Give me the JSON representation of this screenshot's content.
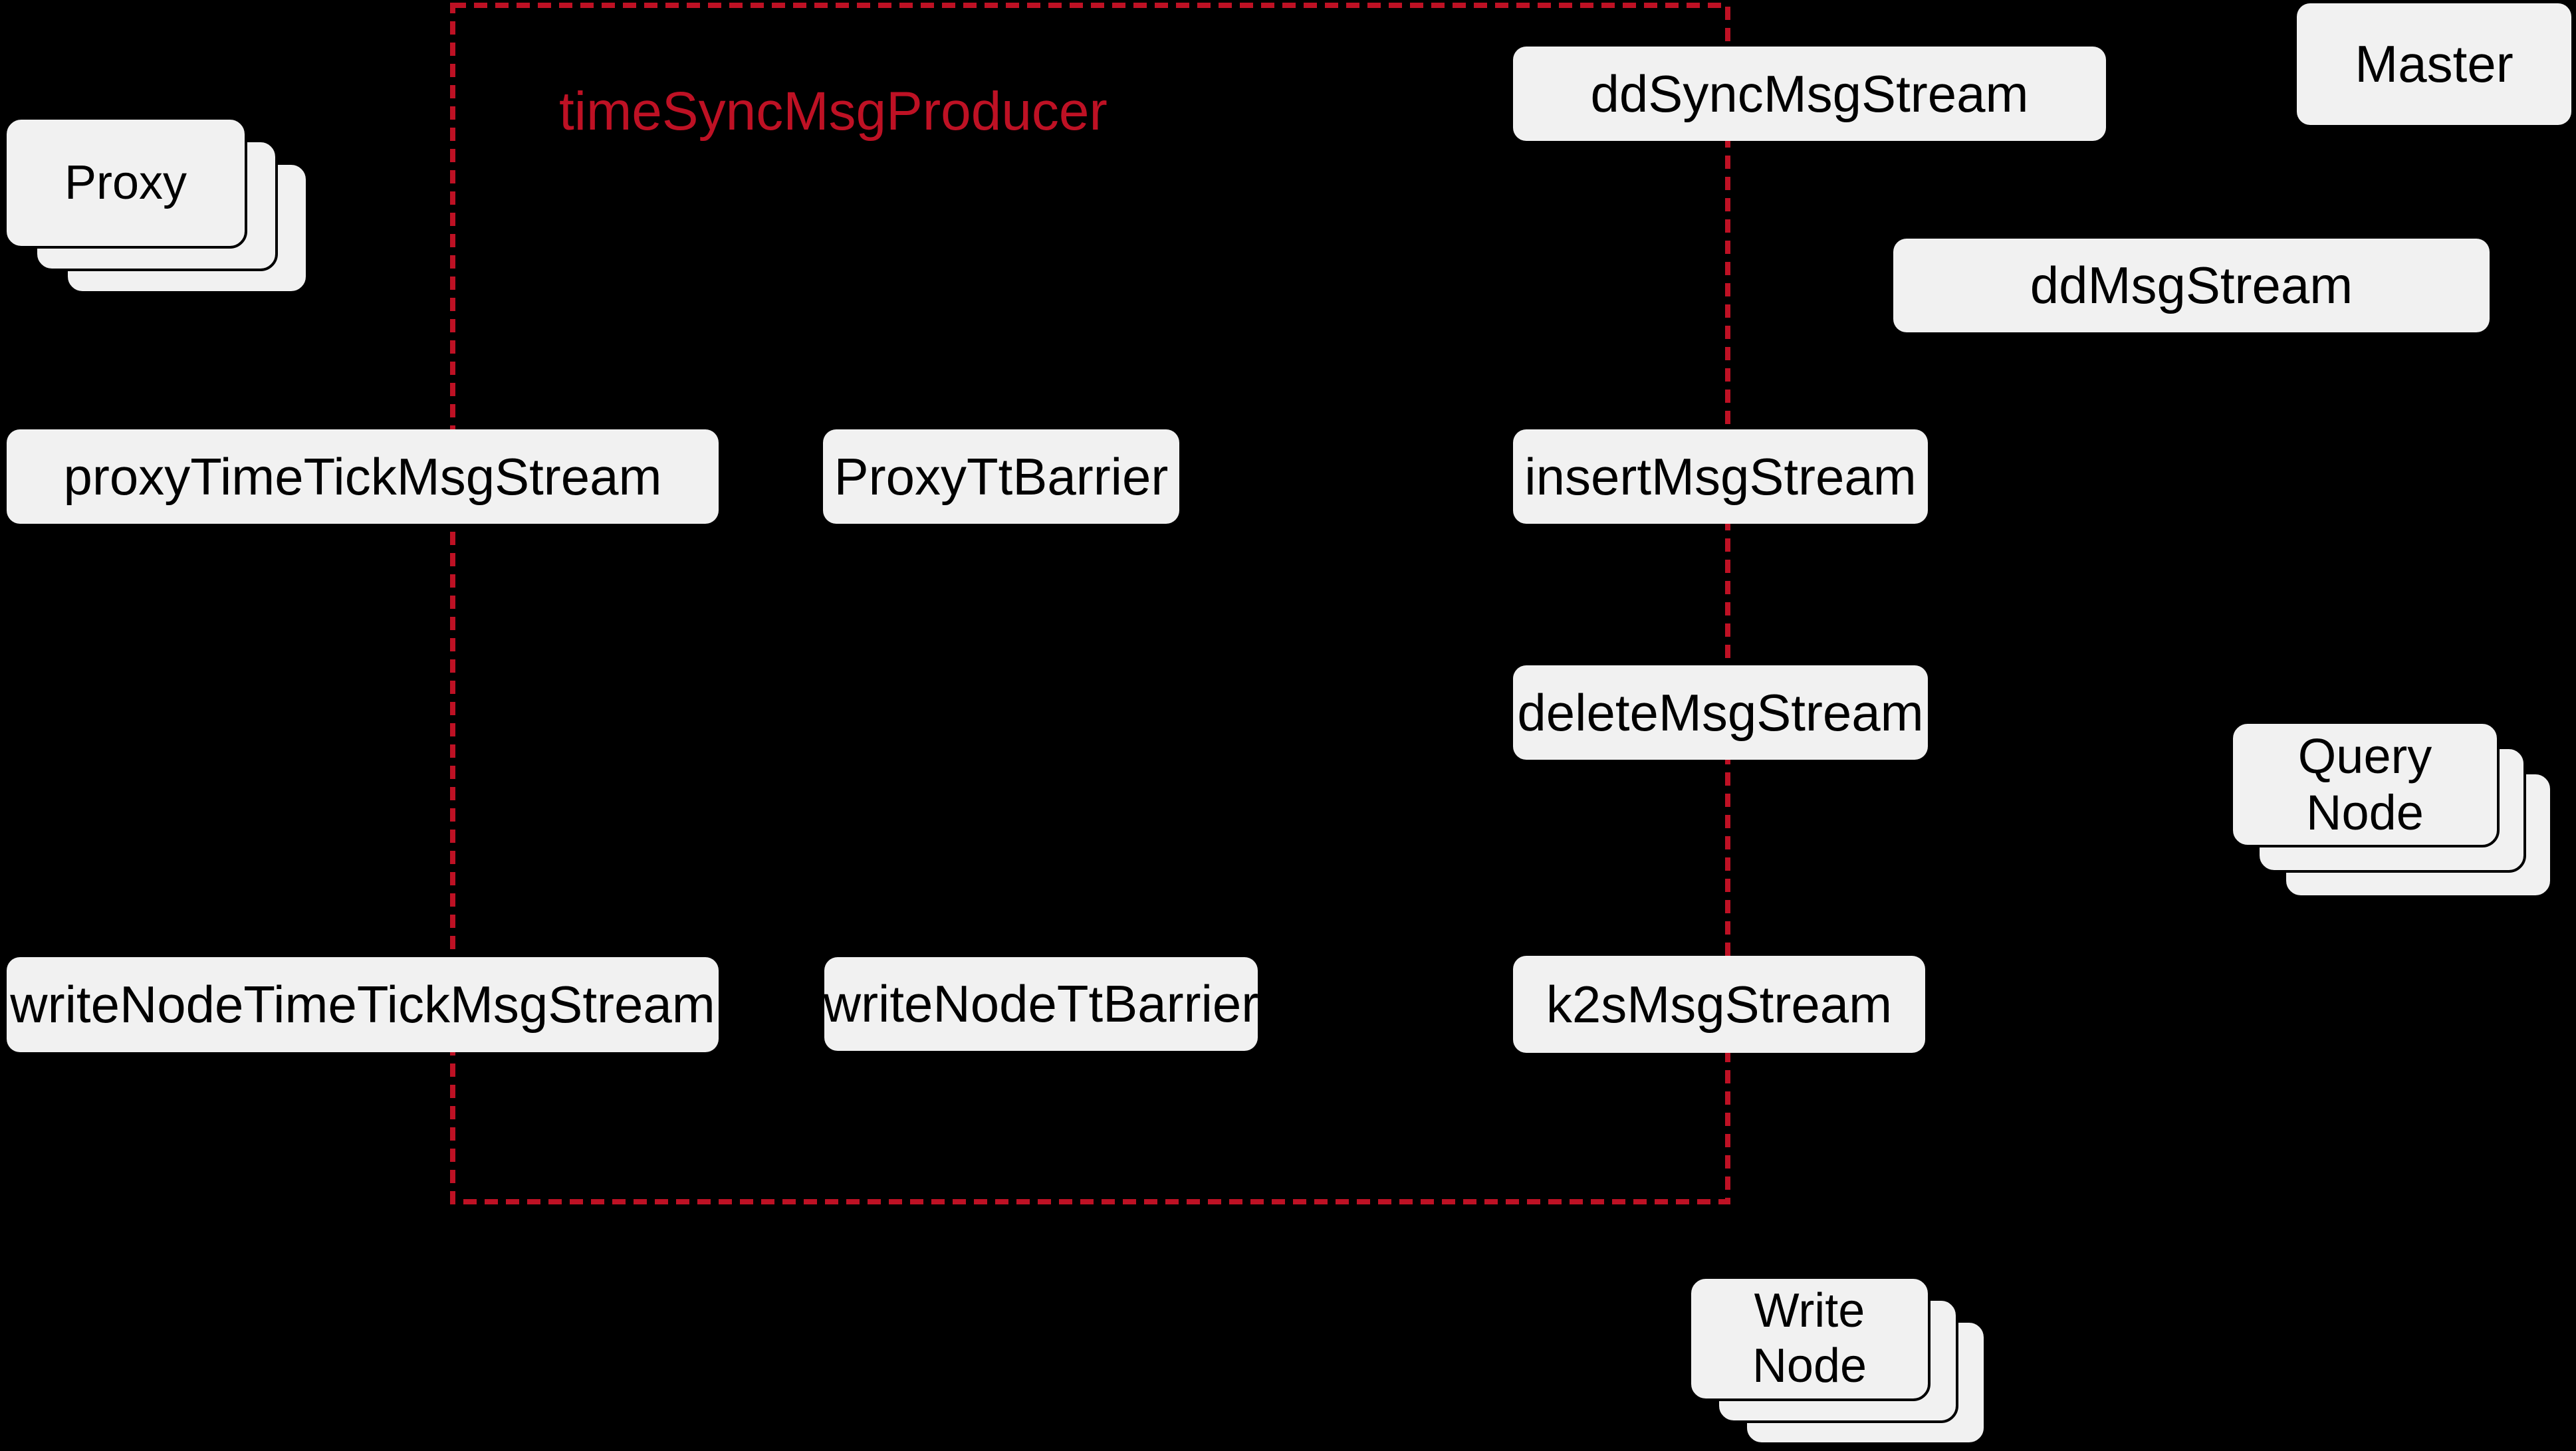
{
  "colors": {
    "background": "#000000",
    "accent_red": "#be1124",
    "box_fill": "#f1f1f1",
    "box_text": "#000000"
  },
  "group": {
    "label": "timeSyncMsgProducer"
  },
  "streams": {
    "proxy_time_tick": "proxyTimeTickMsgStream",
    "proxy_tt_barrier": "ProxyTtBarrier",
    "insert": "insertMsgStream",
    "delete": "deleteMsgStream",
    "write_node_time_tick": "writeNodeTimeTickMsgStream",
    "write_node_tt_barrier": "writeNodeTtBarrier",
    "k2s": "k2sMsgStream",
    "dd_sync": "ddSyncMsgStream",
    "dd": "ddMsgStream"
  },
  "nodes": {
    "proxy": "Proxy",
    "master": "Master",
    "query": "Query Node",
    "write": {
      "line1": "Write",
      "line2": "Node"
    }
  }
}
